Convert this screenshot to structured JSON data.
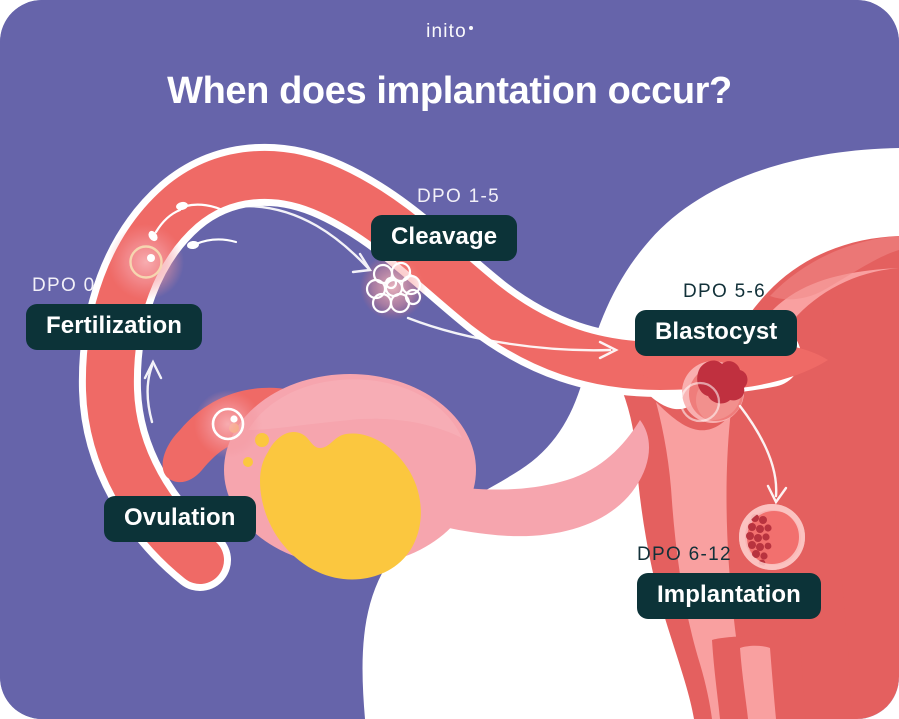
{
  "brand": {
    "logo_text": "inito"
  },
  "header": {
    "title": "When does implantation occur?"
  },
  "colors": {
    "background_purple": "#6664aa",
    "badge_dark_teal": "#0c3338",
    "tube_red": "#ef6a66",
    "uterus_wall_red": "#e4605f",
    "endometrium_pink": "#f9a0a0",
    "ovary_pink": "#f6a5ae",
    "corpus_luteum_yellow": "#fbc73f",
    "white": "#ffffff",
    "inner_cell_mass_dark_red": "#c0303f",
    "title_text": "#ffffff",
    "dpo_on_purple": "#f2f0f8",
    "dpo_on_white": "#123139"
  },
  "stages": [
    {
      "id": "fertilization",
      "dpo": "DPO 0",
      "label": "Fertilization",
      "dpo_on": "purple"
    },
    {
      "id": "cleavage",
      "dpo": "DPO 1-5",
      "label": "Cleavage",
      "dpo_on": "purple"
    },
    {
      "id": "blastocyst",
      "dpo": "DPO 5-6",
      "label": "Blastocyst",
      "dpo_on": "white"
    },
    {
      "id": "ovulation",
      "dpo": "",
      "label": "Ovulation",
      "dpo_on": "purple"
    },
    {
      "id": "implantation",
      "dpo": "DPO 6-12",
      "label": "Implantation",
      "dpo_on": "white"
    }
  ],
  "illustration": {
    "description": "Cross-section of the female reproductive tract showing the journey from ovulation through fertilization in the fallopian tube, cleavage, blastocyst and implantation in the uterus.",
    "parts": [
      "ovary",
      "corpus-luteum",
      "fimbriae",
      "fallopian-tube",
      "ovum",
      "sperm-cells",
      "morula",
      "blastocyst",
      "uterus",
      "endometrium",
      "cervix",
      "implantation-site",
      "flow-arrows"
    ]
  }
}
